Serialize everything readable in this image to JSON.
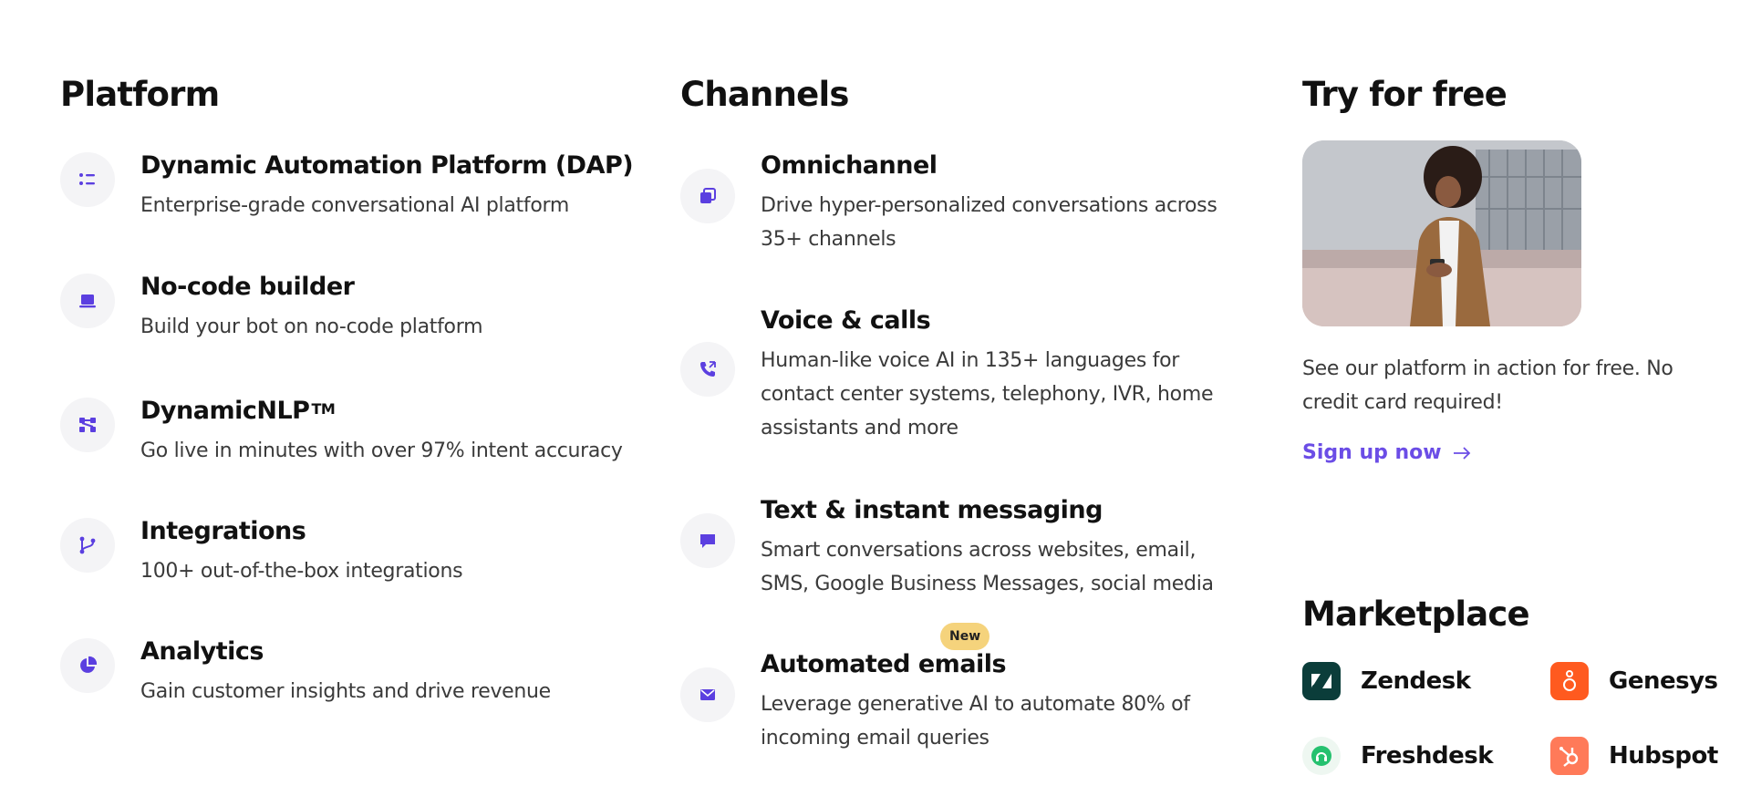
{
  "platform": {
    "title": "Platform",
    "items": [
      {
        "title": "Dynamic Automation Platform (DAP)",
        "desc": "Enterprise-grade conversational AI platform",
        "icon": "list-icon"
      },
      {
        "title": "No-code builder",
        "desc": "Build your bot on no-code platform",
        "icon": "laptop-icon"
      },
      {
        "title": "DynamicNLP",
        "title_sup": "TM",
        "desc": "Go live in minutes with over 97% intent accuracy",
        "icon": "nodes-icon"
      },
      {
        "title": "Integrations",
        "desc": "100+ out-of-the-box integrations",
        "icon": "branch-icon"
      },
      {
        "title": "Analytics",
        "desc": "Gain customer insights and drive revenue",
        "icon": "pie-chart-icon"
      }
    ]
  },
  "channels": {
    "title": "Channels",
    "items": [
      {
        "title": "Omnichannel",
        "desc": "Drive hyper-personalized conversations across 35+ channels",
        "icon": "layers-icon"
      },
      {
        "title": "Voice & calls",
        "desc": "Human-like voice AI in 135+ languages for contact center systems, telephony, IVR, home assistants and more",
        "icon": "phone-icon"
      },
      {
        "title": "Text & instant messaging",
        "desc": "Smart conversations across websites, email, SMS, Google Business Messages, social media",
        "icon": "chat-icon"
      },
      {
        "title": "Automated emails",
        "badge": "New",
        "desc": "Leverage generative AI to automate 80% of incoming email queries",
        "icon": "mail-icon"
      }
    ]
  },
  "try_free": {
    "title": "Try for free",
    "desc": "See our platform in action for free. No credit card required!",
    "cta": "Sign up now",
    "cta_icon": "arrow-right-icon"
  },
  "marketplace": {
    "title": "Marketplace",
    "items": [
      {
        "name": "Zendesk",
        "icon": "zendesk-logo",
        "color": "#0b3d3a"
      },
      {
        "name": "Genesys",
        "icon": "genesys-logo",
        "color": "#ff5a1f"
      },
      {
        "name": "Freshdesk",
        "icon": "freshdesk-logo",
        "color": "#25c16f"
      },
      {
        "name": "Hubspot",
        "icon": "hubspot-logo",
        "color": "#ff7a59"
      }
    ]
  },
  "colors": {
    "accent": "#6b4de6",
    "badge": "#f5d37c"
  }
}
